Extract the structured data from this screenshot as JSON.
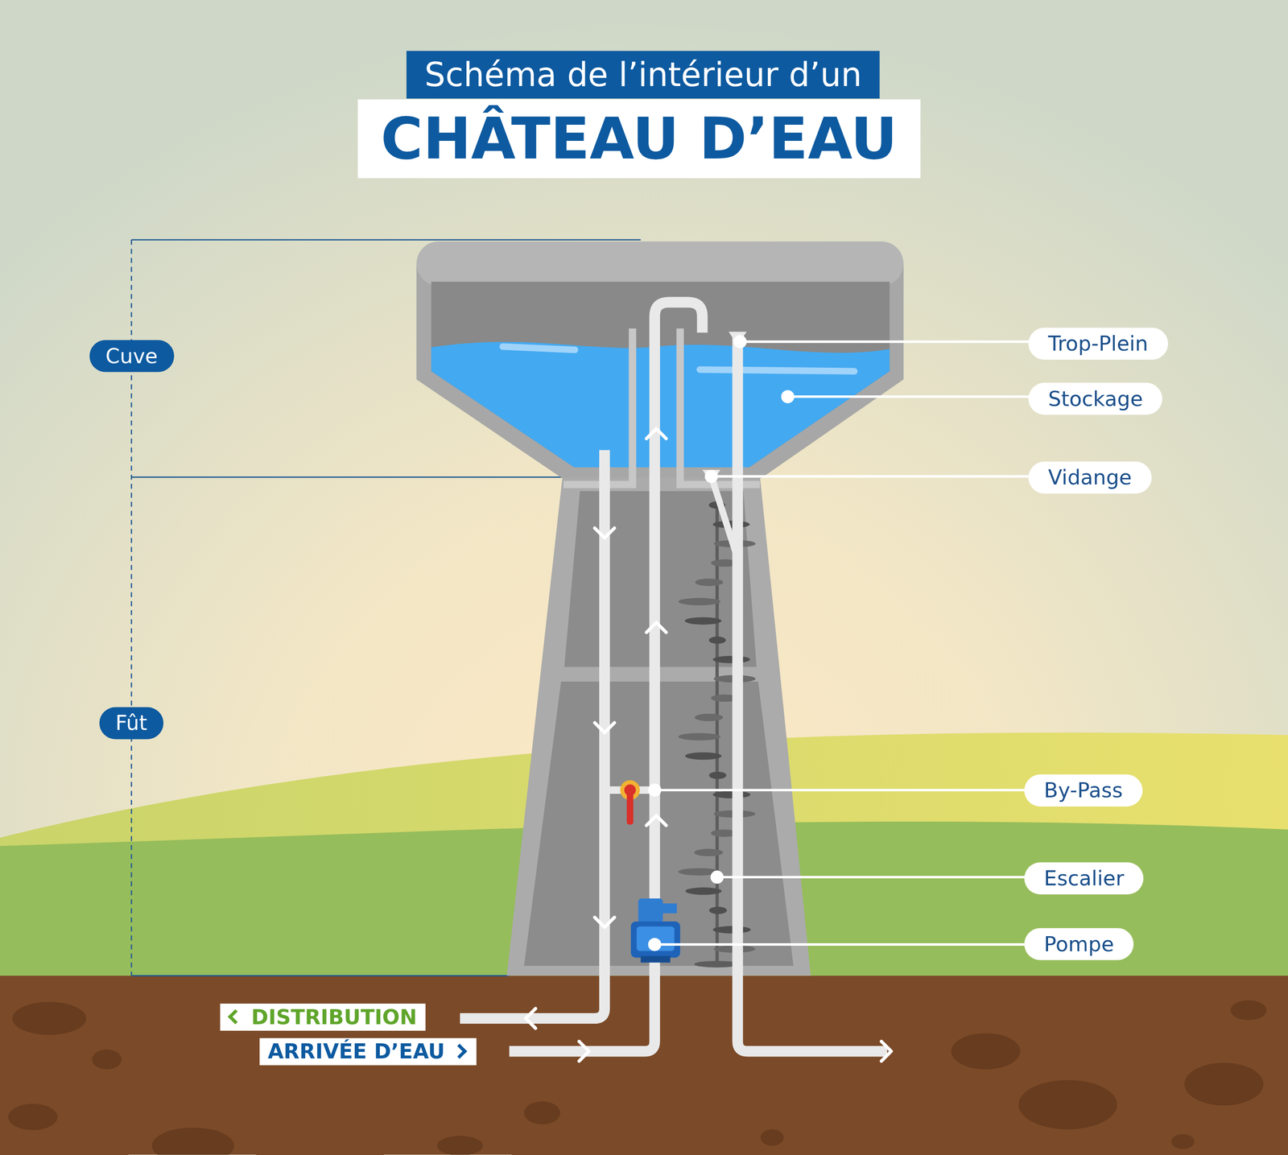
{
  "diagram": {
    "title": "Schéma de l’intérieur d’un",
    "nodes": [
      {
        "text": [
          "Cuve"
        ]
      },
      {
        "text": [
          "Fût"
        ]
      },
      {
        "text": [
          "Trop-Plein"
        ]
      },
      {
        "text": [
          "Stockage"
        ]
      },
      {
        "text": [
          "Vidange"
        ]
      },
      {
        "text": [
          "By-Pass"
        ]
      },
      {
        "text": [
          "Escalier"
        ]
      },
      {
        "text": [
          "Pompe"
        ]
      },
      {
        "text": [
          "DISTRIBUTION"
        ]
      },
      {
        "text": [
          "ARRIVÉE D’EAU"
        ]
      }
    ],
    "labels": [
      "CHÂTEAU D’EAU"
    ]
  }
}
